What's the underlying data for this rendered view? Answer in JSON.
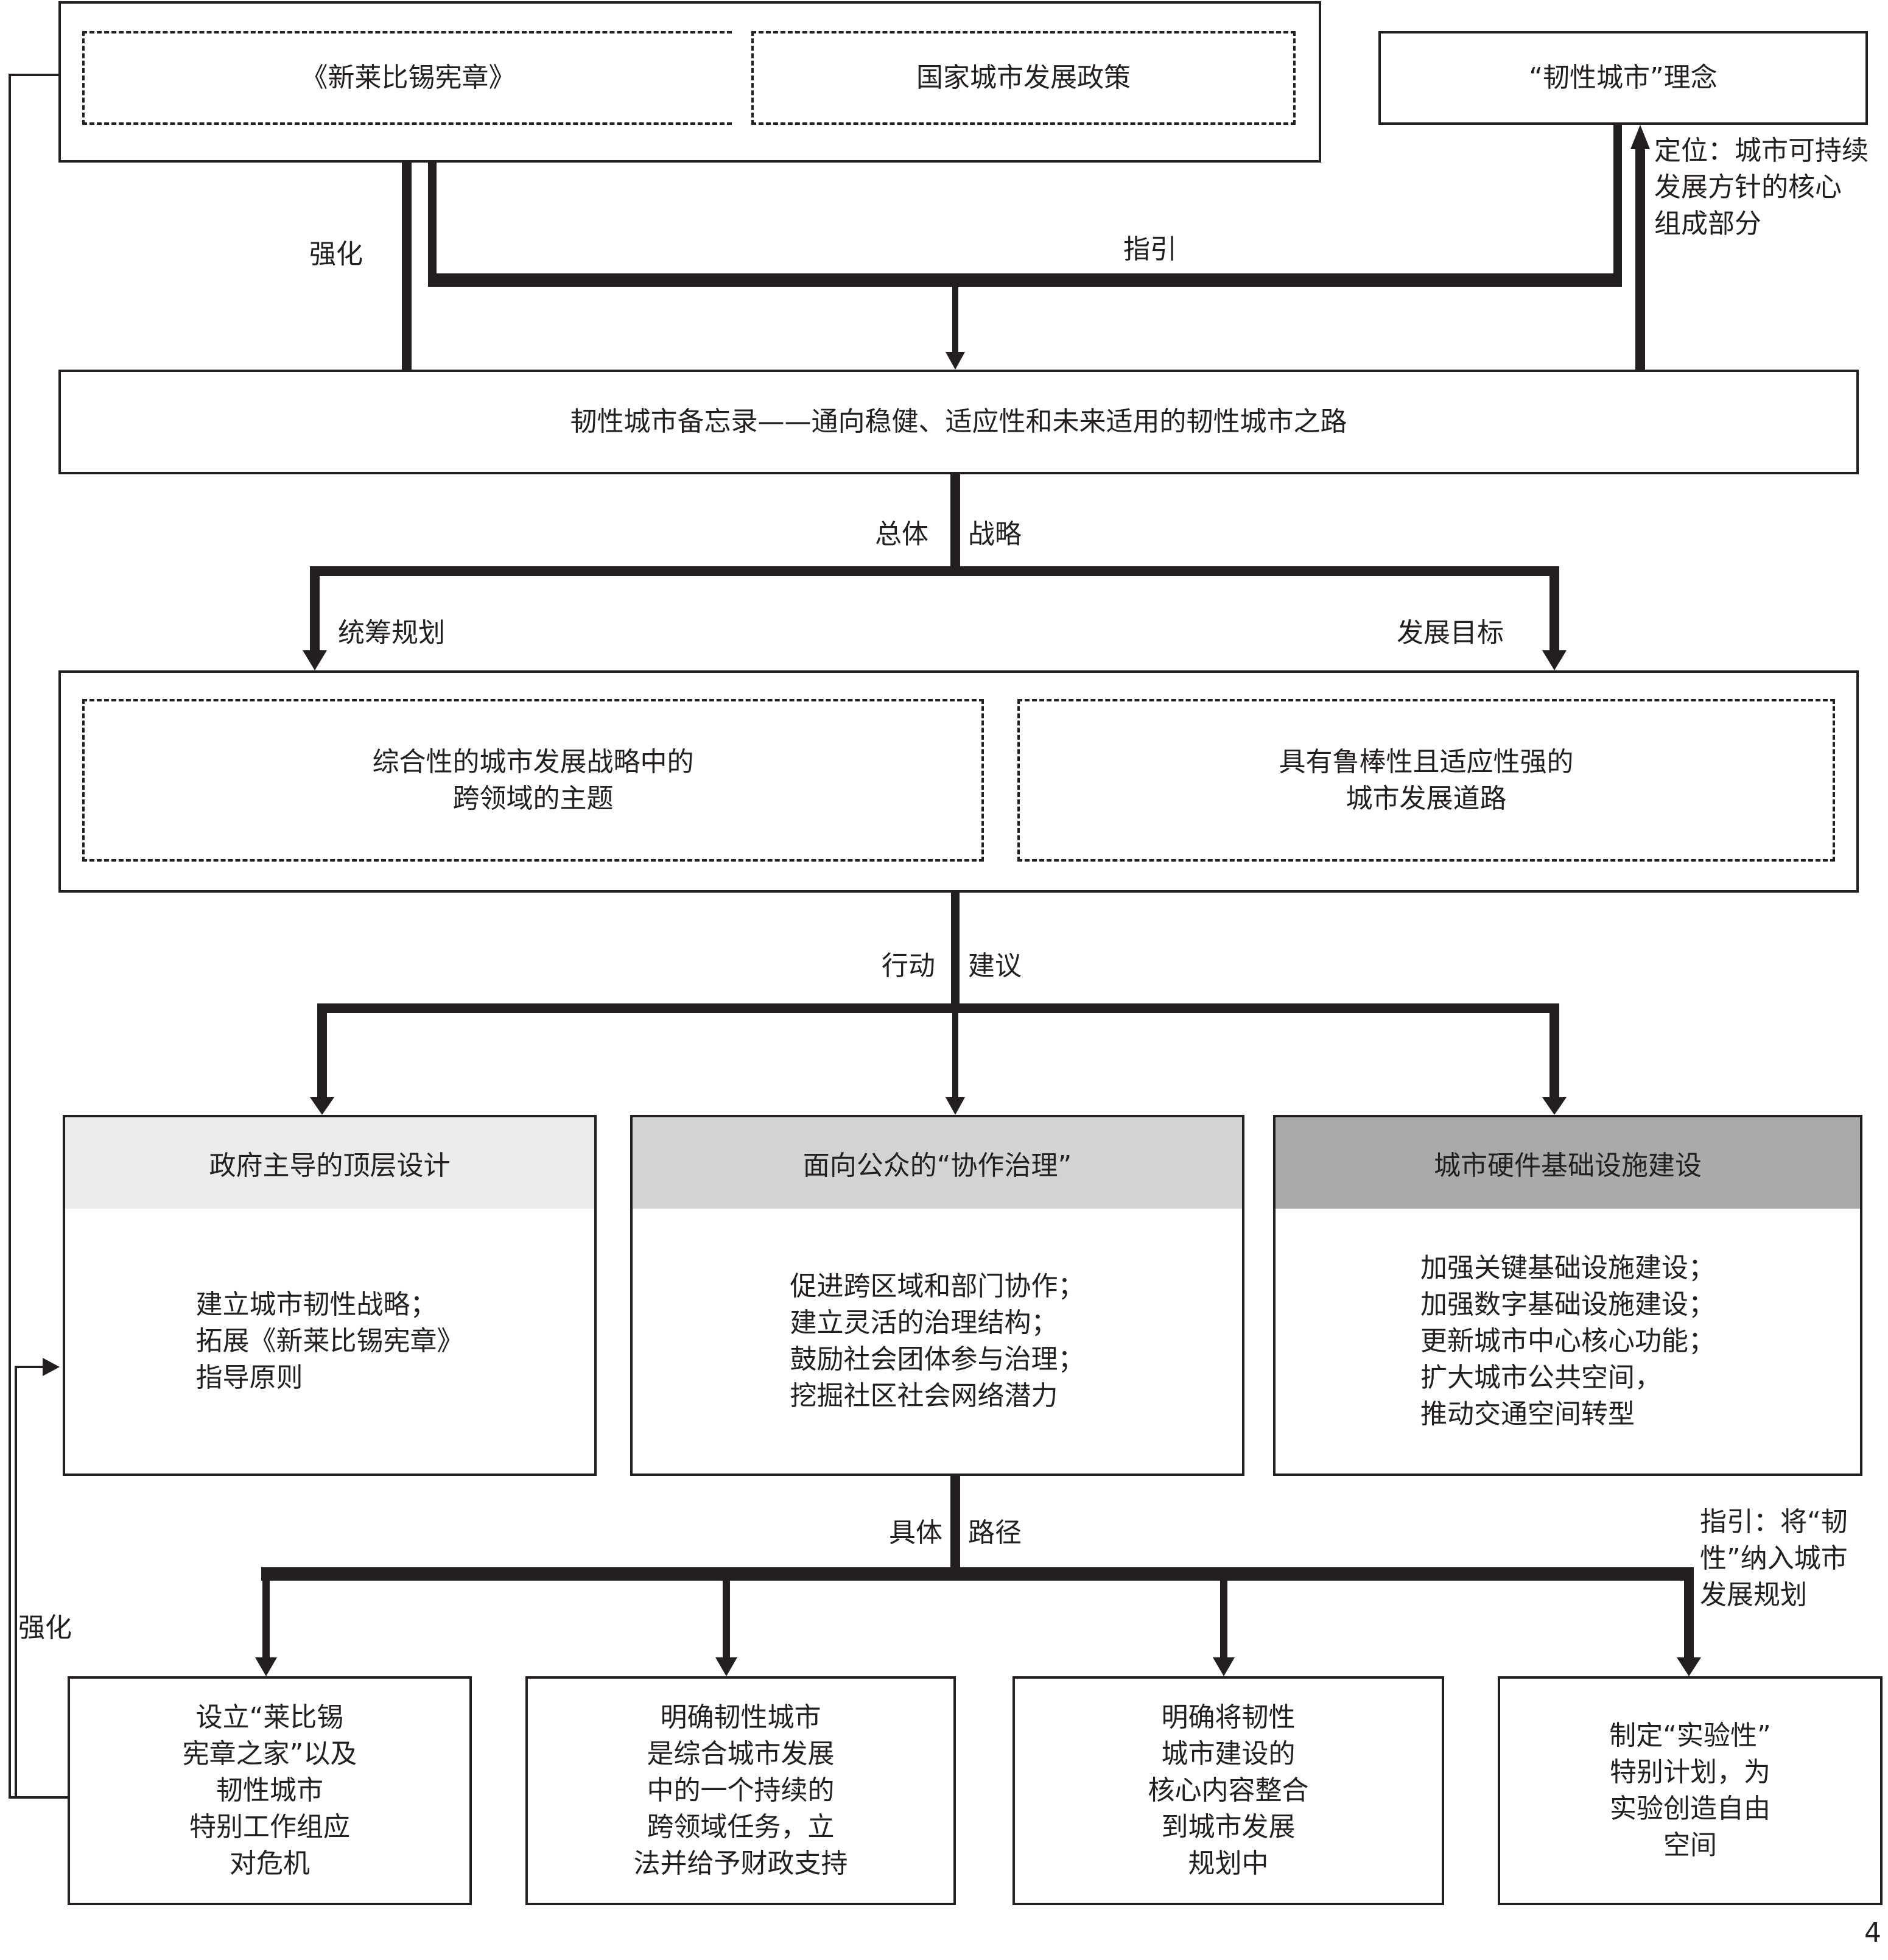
{
  "top": {
    "charter": "《新莱比锡宪章》",
    "national_policy": "国家城市发展政策",
    "resilient_concept": "“韧性城市”理念"
  },
  "labels": {
    "strengthen_top": "强化",
    "guide_top": "指引",
    "positioning": "定位：城市可持续\n发展方针的核心\n组成部分",
    "overall": "总体",
    "strategy": "战略",
    "coordination": "统筹规划",
    "goal": "发展目标",
    "action": "行动",
    "proposal": "建议",
    "concrete": "具体",
    "path": "路径",
    "guide_bottom": "指引：将“韧\n性”纳入城市\n发展规划",
    "strengthen_left": "强化",
    "page_number": "4"
  },
  "memo": "韧性城市备忘录——通向稳健、适应性和未来适用的韧性城市之路",
  "strategy_box": {
    "left": "综合性的城市发展战略中的\n跨领域的主题",
    "right": "具有鲁棒性且适应性强的\n城市发展道路"
  },
  "actions": [
    {
      "title": "政府主导的顶层设计",
      "body": "建立城市韧性战略；\n拓展《新莱比锡宪章》\n指导原则",
      "color": "#ebebeb"
    },
    {
      "title": "面向公众的“协作治理”",
      "body": "促进跨区域和部门协作；\n建立灵活的治理结构；\n鼓励社会团体参与治理；\n挖掘社区社会网络潜力",
      "color": "#d2d3d5"
    },
    {
      "title": "城市硬件基础设施建设",
      "body": "加强关键基础设施建设；\n加强数字基础设施建设；\n更新城市中心核心功能；\n扩大城市公共空间，\n推动交通空间转型",
      "color": "#a9aaac"
    }
  ],
  "paths": [
    "设立“莱比锡\n宪章之家”以及\n韧性城市\n特别工作组应\n对危机",
    "明确韧性城市\n是综合城市发展\n中的一个持续的\n跨领域任务，立\n法并给予财政支持",
    "明确将韧性\n城市建设的\n核心内容整合\n到城市发展\n规划中",
    "制定“实验性”\n特别计划，为\n实验创造自由\n空间"
  ]
}
